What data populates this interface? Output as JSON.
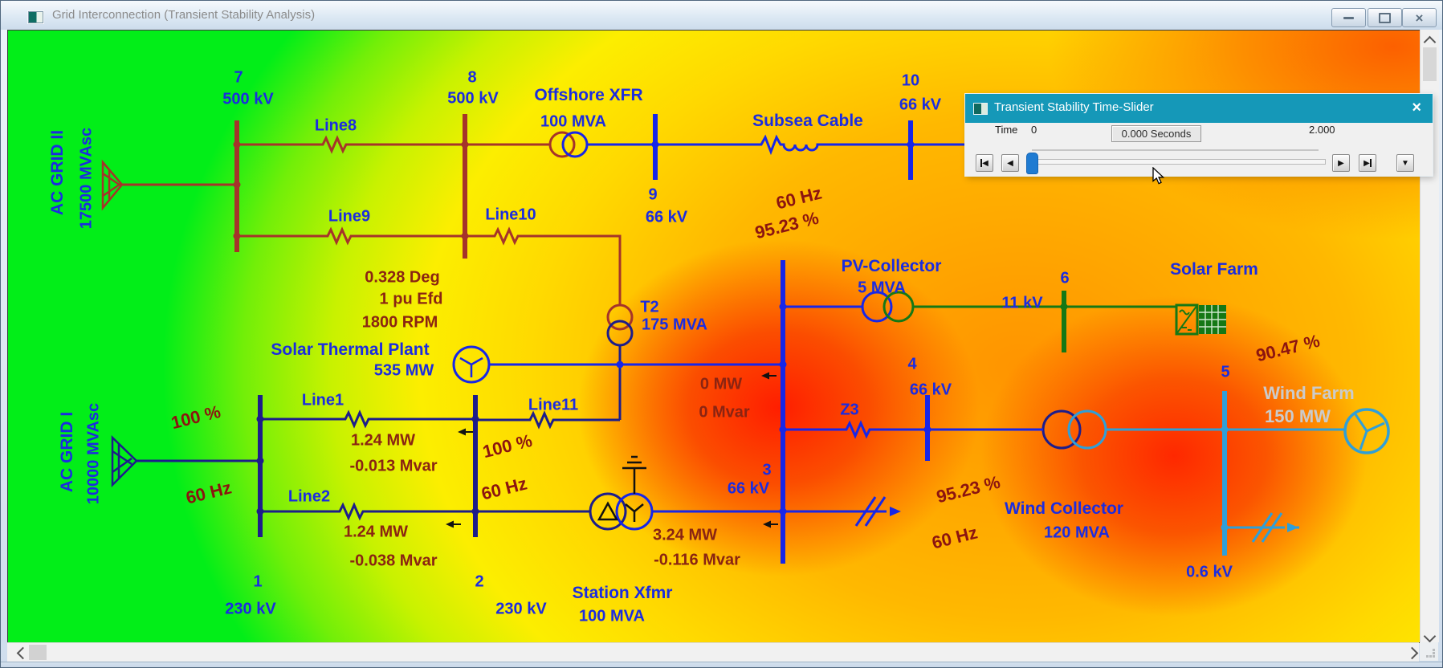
{
  "window": {
    "title": "Grid Interconnection (Transient Stability Analysis)",
    "close_glyph": "×"
  },
  "dialog": {
    "title": "Transient Stability Time-Slider",
    "close_glyph": "×",
    "time_label": "Time",
    "range_min": "0",
    "value": "0.000 Seconds",
    "range_max": "2.000",
    "buttons": {
      "first": "◀",
      "back": "◀",
      "forward": "▶",
      "last": "▶",
      "menu": "▼"
    }
  },
  "diagram": {
    "sources": {
      "grid2": {
        "name": "AC GRID II",
        "strength": "17500 MVAsc"
      },
      "grid1": {
        "name": "AC GRID I",
        "strength": "10000 MVAsc"
      }
    },
    "buses": {
      "b1": {
        "id": "1",
        "kv": "230 kV"
      },
      "b2": {
        "id": "2",
        "kv": "230 kV"
      },
      "b3": {
        "id": "3",
        "kv": "66 kV"
      },
      "b4": {
        "id": "4",
        "kv": "66 kV"
      },
      "b5": {
        "id": "5",
        "kv": "0.6 kV"
      },
      "b6": {
        "id": "6",
        "kv": "11 kV"
      },
      "b7": {
        "id": "7",
        "kv": "500 kV"
      },
      "b8": {
        "id": "8",
        "kv": "500 kV"
      },
      "b9": {
        "id": "9",
        "kv": "66 kV"
      },
      "b10": {
        "id": "10",
        "kv": "66 kV"
      }
    },
    "branches": {
      "line1": {
        "label": "Line1",
        "mw": "1.24 MW",
        "mvar": "-0.013 Mvar"
      },
      "line2": {
        "label": "Line2",
        "mw": "1.24 MW",
        "mvar": "-0.038 Mvar"
      },
      "line8": {
        "label": "Line8"
      },
      "line9": {
        "label": "Line9"
      },
      "line10": {
        "label": "Line10"
      },
      "line11": {
        "label": "Line11"
      },
      "z3": {
        "label": "Z3"
      },
      "subsea_cable": {
        "label": "Subsea Cable"
      },
      "offshore_xfr": {
        "label": "Offshore XFR",
        "rating": "100 MVA"
      },
      "t2": {
        "label": "T2",
        "rating": "175 MVA",
        "mw": "0 MW",
        "mvar": "0 Mvar"
      },
      "station_xfmr": {
        "label": "Station Xfmr",
        "rating": "100 MVA",
        "mw": "3.24 MW",
        "mvar": "-0.116 Mvar"
      },
      "pv_collector": {
        "label": "PV-Collector",
        "rating": "5 MVA"
      },
      "wind_collector": {
        "label": "Wind Collector",
        "rating": "120 MVA"
      }
    },
    "plants": {
      "solar_thermal": {
        "label": "Solar Thermal Plant",
        "output": "535 MW",
        "angle": "0.328 Deg",
        "efd": "1 pu Efd",
        "speed": "1800 RPM"
      },
      "solar_farm": {
        "label": "Solar Farm"
      },
      "wind_farm": {
        "label": "Wind Farm",
        "output": "150 MW"
      }
    },
    "readouts": {
      "grid1_pct": "100 %",
      "grid1_hz": "60 Hz",
      "bus2_pct": "100 %",
      "bus2_hz": "60 Hz",
      "bus9_hz": "60 Hz",
      "bus9_pct": "95.23 %",
      "bus3_pct": "95.23 %",
      "bus3_hz": "60 Hz",
      "bus5_pct": "90.47 %"
    },
    "colors": {
      "contour_green": "#02ee18",
      "contour_yellow": "#ffd900",
      "contour_orange": "#ff9400",
      "contour_red": "#ff1e00",
      "circuit_dark_red": "#a5342a",
      "circuit_navy": "#1d1d8a",
      "circuit_blue": "#1726e8",
      "circuit_cyan": "#2f9fd8",
      "circuit_green": "#157815",
      "label_blue": "#1b2ce0",
      "label_dark_red": "#8c1410",
      "label_silver": "#cbcbcb",
      "dialog_titlebar": "#1598b8"
    }
  }
}
